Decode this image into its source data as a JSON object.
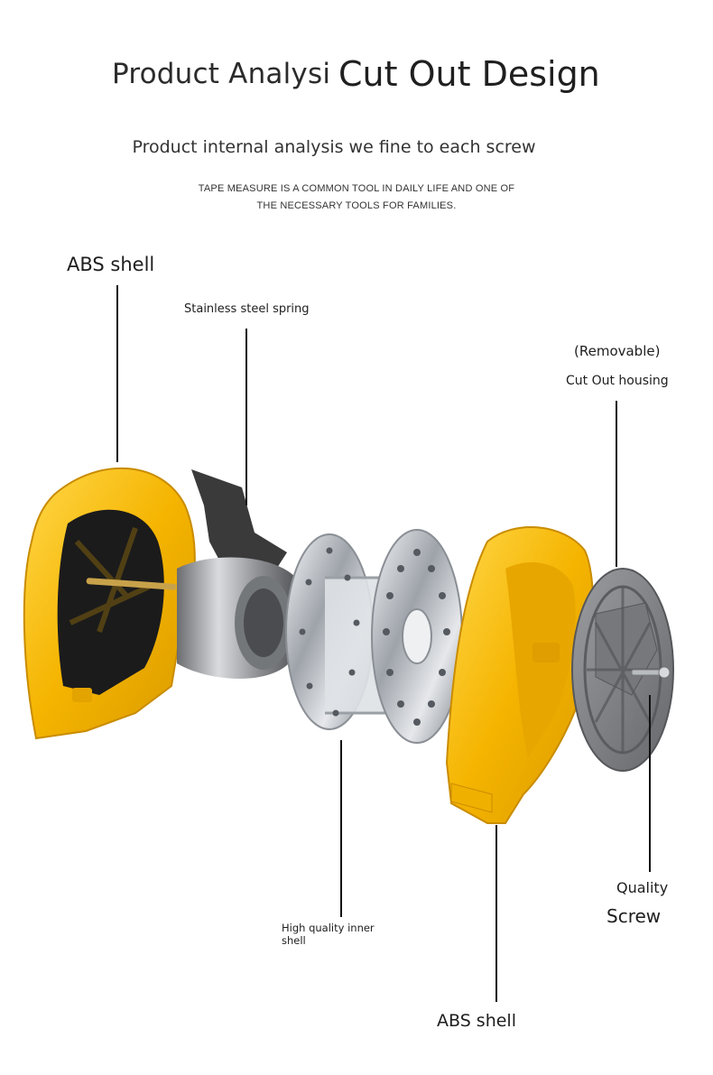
{
  "header": {
    "title_part1": "Product Analysi",
    "title_part2": "Cut Out Design",
    "subtitle": "Product internal analysis we fine to each screw",
    "caption_line1": "TAPE MEASURE IS A COMMON TOOL IN DAILY LIFE AND ONE OF",
    "caption_line2": "THE NECESSARY TOOLS FOR FAMILIES."
  },
  "labels": {
    "abs_shell_top": "ABS shell",
    "stainless_spring": "Stainless steel spring",
    "removable": "(Removable)",
    "cut_out_housing": "Cut Out housing",
    "inner_shell_line1": "High quality inner",
    "inner_shell_line2": "shell",
    "quality": "Quality",
    "screw": "Screw",
    "abs_shell_bottom": "ABS shell"
  },
  "colors": {
    "yellow_shell": "#f5b400",
    "chrome": "#c9cdd2",
    "steel_spring": "#8d8f92",
    "gray_cover": "#7d7f83",
    "pointer_line": "#111111"
  }
}
